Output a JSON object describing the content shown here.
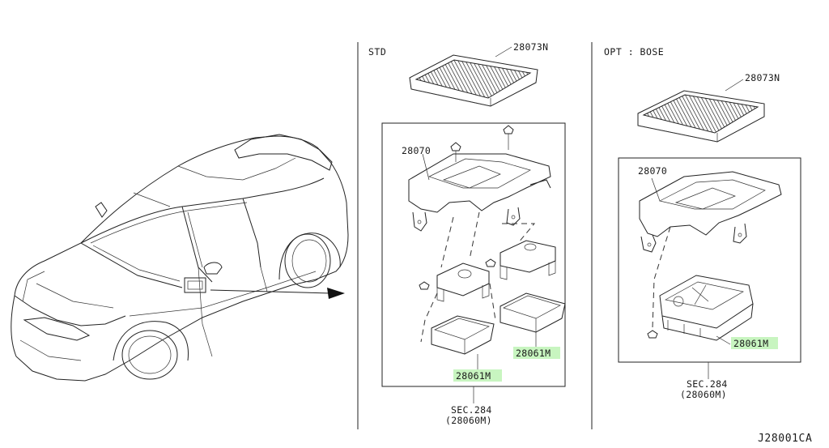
{
  "panels": {
    "std": {
      "header": "STD",
      "part_mat": "28073N",
      "part_bracket": "28070",
      "part_amp_upper": "28061M",
      "part_amp_lower": "28061M",
      "section_ref": "SEC.284",
      "section_sub": "(28060M)"
    },
    "opt": {
      "header": "OPT : BOSE",
      "part_mat": "28073N",
      "part_bracket": "28070",
      "part_amp": "28061M",
      "section_ref": "SEC.284",
      "section_sub": "(28060M)"
    }
  },
  "diagram_code": "J28001CA",
  "colors": {
    "line": "#222222",
    "highlight": "#c8f5c0"
  }
}
